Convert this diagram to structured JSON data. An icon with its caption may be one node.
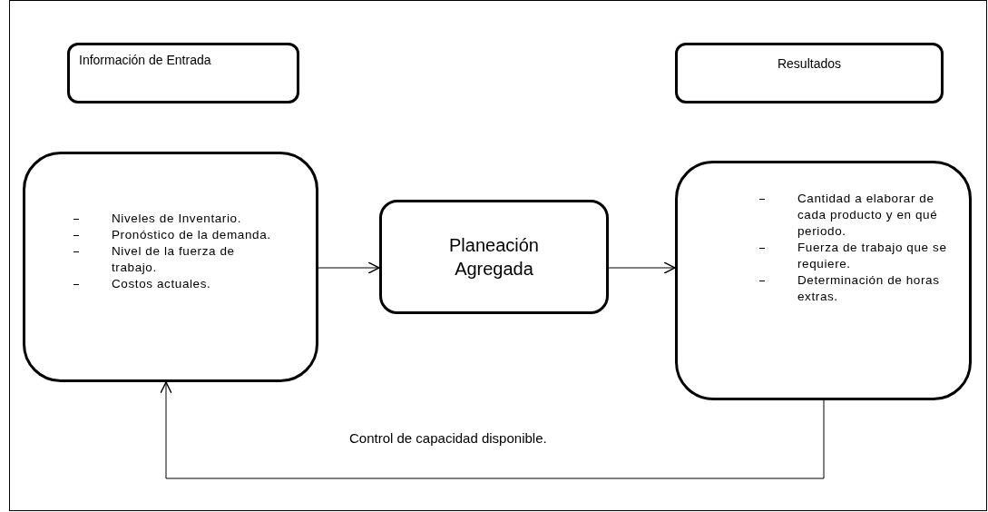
{
  "diagram": {
    "nodes": [
      {
        "text": [
          "Información de Entrada"
        ]
      },
      {
        "text": [
          "Resultados"
        ]
      },
      {
        "text": [
          "Niveles de Inventario.",
          "Pronóstico de la demanda.",
          "Nivel de la fuerza de trabajo.",
          "Costos actuales."
        ]
      },
      {
        "text": [
          "Planeación Agregada"
        ]
      },
      {
        "text": [
          "Cantidad a elaborar de cada producto y en qué periodo.",
          "Fuerza de trabajo que se requiere.",
          "Determinación de horas extras."
        ]
      }
    ],
    "edges": [
      {
        "from": 2,
        "to": 3,
        "arrow": "to"
      },
      {
        "from": 3,
        "to": 4,
        "arrow": "to"
      },
      {
        "from": 4,
        "to": 2,
        "arrow": "to",
        "label": "Control de capacidad disponible."
      }
    ]
  }
}
